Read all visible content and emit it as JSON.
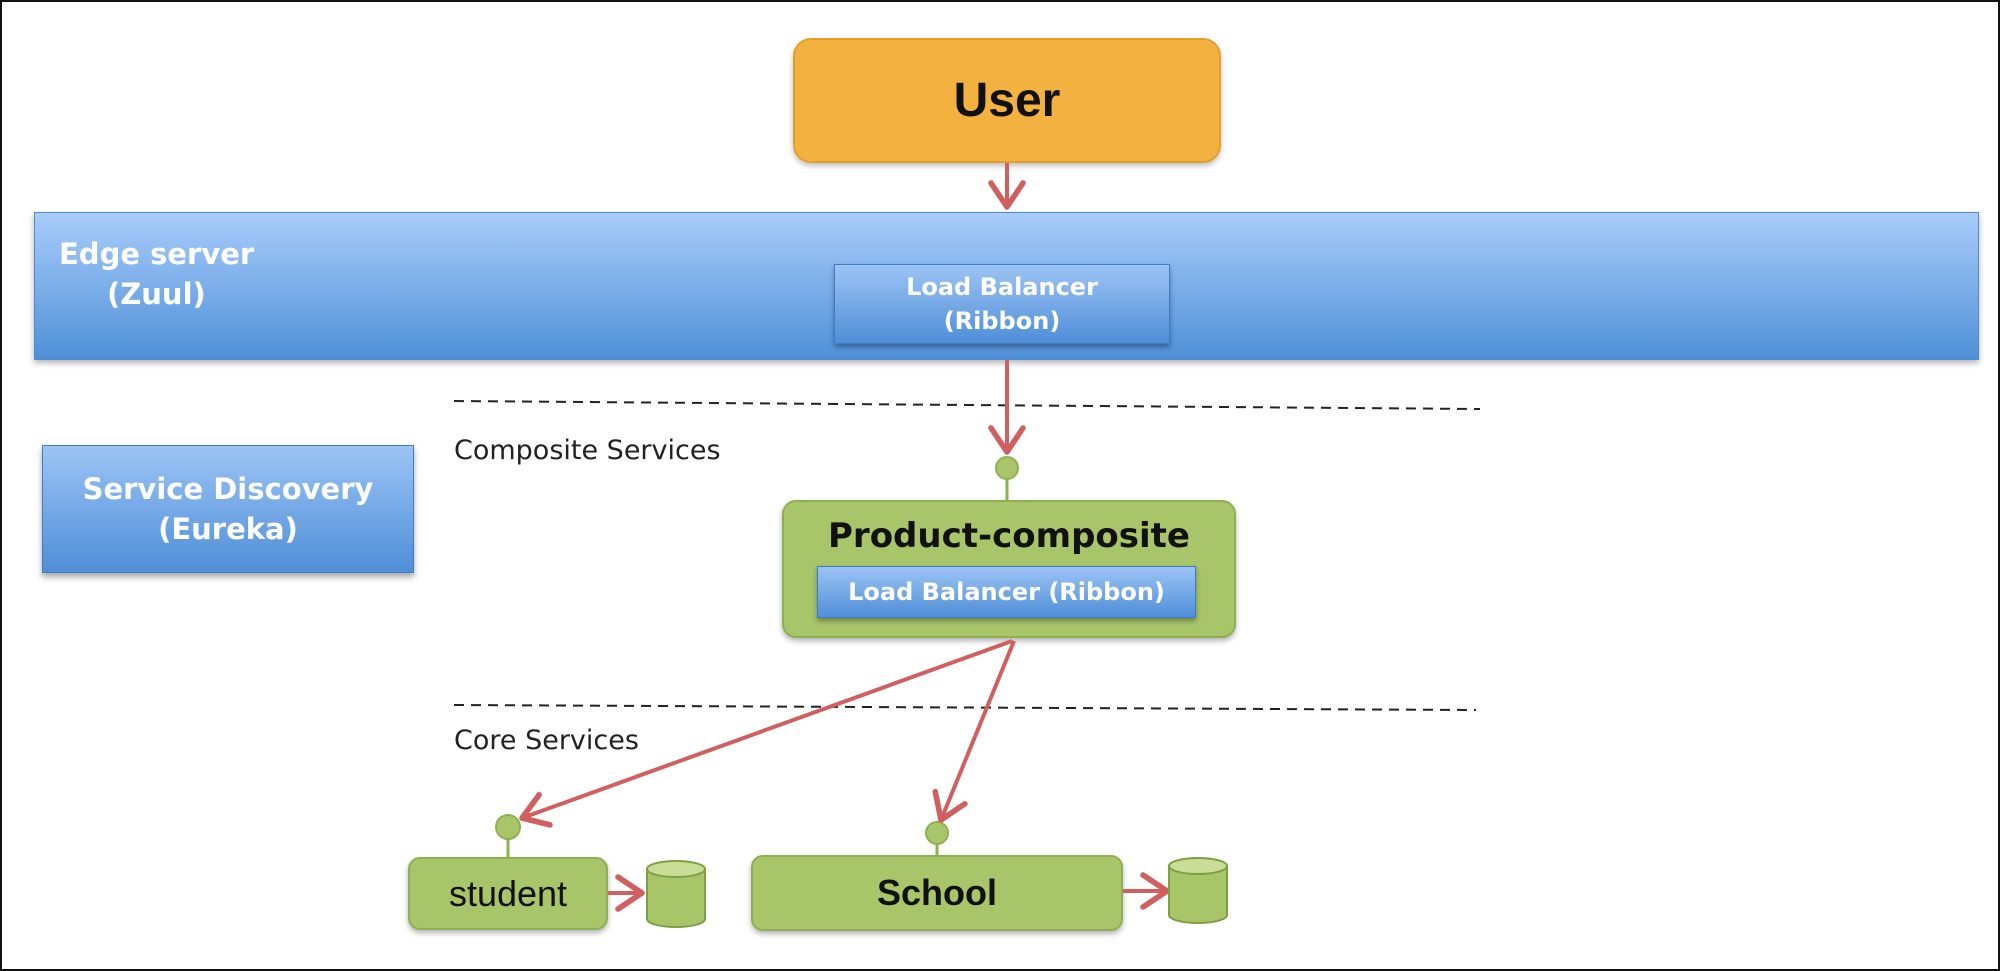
{
  "user": {
    "label": "User"
  },
  "edge_server": {
    "line1": "Edge server",
    "line2": "(Zuul)"
  },
  "edge_load_balancer": {
    "line1": "Load Balancer",
    "line2": "(Ribbon)"
  },
  "service_discovery": {
    "line1": "Service Discovery",
    "line2": "(Eureka)"
  },
  "sections": {
    "composite": "Composite Services",
    "core": "Core Services"
  },
  "product_composite": {
    "title": "Product-composite",
    "load_balancer": "Load Balancer (Ribbon)"
  },
  "core_services": {
    "student": "student",
    "school": "School"
  },
  "colors": {
    "arrow": "#d06060",
    "service_green": "#a9c56a",
    "user_orange": "#f3b23f",
    "blue_light": "#a9cdfb",
    "blue_dark": "#4f90d8"
  }
}
